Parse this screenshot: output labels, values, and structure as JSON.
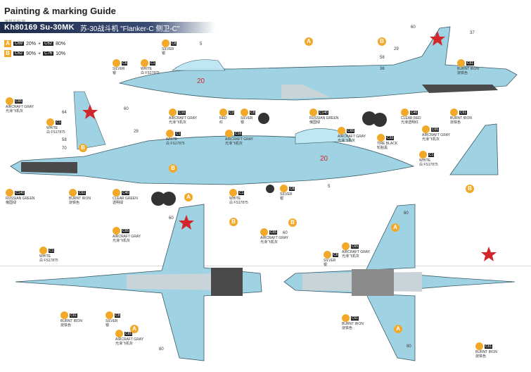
{
  "header": {
    "title": "Painting & marking Guide",
    "subtitle": "涂装与标识",
    "model_code": "Kh80169 Su-30MK",
    "model_name": "苏-30战斗机 \"Flanker-C 侧卫-C\""
  },
  "legend": [
    {
      "tag": "A",
      "code": "C69",
      "pct1": "20%",
      "code2": "C62",
      "pct2": "80%"
    },
    {
      "tag": "B",
      "code": "C62",
      "pct1": "90%",
      "code2": "C76",
      "pct2": "10%"
    }
  ],
  "callouts": [
    {
      "code": "C8",
      "en": "SILVER",
      "cn": "银"
    },
    {
      "code": "C8",
      "en": "SILVER",
      "cn": "银"
    },
    {
      "code": "C1",
      "en": "WHITE",
      "cn": "白 FS17875"
    },
    {
      "code": "C61",
      "en": "BURNT IRON",
      "cn": "烧铁色"
    },
    {
      "code": "C65",
      "en": "AIRCRAFT GRAY",
      "cn": "光滑飞机灰"
    },
    {
      "code": "C16",
      "en": "AIRCRAFT GRAY",
      "cn": "光滑飞机灰"
    },
    {
      "code": "C3",
      "en": "RED",
      "cn": "红"
    },
    {
      "code": "C8",
      "en": "SILVER",
      "cn": "银"
    },
    {
      "code": "C140",
      "en": "RUSSIAN GREEN",
      "cn": "俄国绿"
    },
    {
      "code": "C46",
      "en": "CLEAR RED",
      "cn": "光滑透明红"
    },
    {
      "code": "C61",
      "en": "BURNT IRON",
      "cn": "烧铁色"
    },
    {
      "code": "C65",
      "en": "AIRCRAFT GRAY",
      "cn": "光滑飞机灰"
    },
    {
      "code": "C1",
      "en": "WHITE",
      "cn": "白 FS17875"
    },
    {
      "code": "C1",
      "en": "WHITE",
      "cn": "白 FS17875"
    },
    {
      "code": "C16",
      "en": "AIRCRAFT GRAY",
      "cn": "光滑飞机灰"
    },
    {
      "code": "C65",
      "en": "AIRCRAFT GRAY",
      "cn": "光滑飞机灰"
    },
    {
      "code": "C33",
      "en": "TIRE BLACK",
      "cn": "轮胎黑"
    },
    {
      "code": "C1",
      "en": "WHITE",
      "cn": "白 FS17875"
    },
    {
      "code": "C140",
      "en": "RUSSIAN GREEN",
      "cn": "俄国绿"
    },
    {
      "code": "C61",
      "en": "BURNT IRON",
      "cn": "烧铁色"
    },
    {
      "code": "C46",
      "en": "CLEAR GREEN",
      "cn": "透明绿"
    },
    {
      "code": "C1",
      "en": "WHITE",
      "cn": "白 FS17875"
    },
    {
      "code": "C8",
      "en": "SILVER",
      "cn": "银"
    },
    {
      "code": "C65",
      "en": "AIRCRAFT GRAY",
      "cn": "光滑飞机灰"
    },
    {
      "code": "C65",
      "en": "AIRCRAFT GRAY",
      "cn": "光滑飞机灰"
    },
    {
      "code": "C1",
      "en": "WHITE",
      "cn": "白 FS17875"
    },
    {
      "code": "C61",
      "en": "BURNT IRON",
      "cn": "烧铁色"
    },
    {
      "code": "C8",
      "en": "SILVER",
      "cn": "银"
    },
    {
      "code": "C65",
      "en": "AIRCRAFT GRAY",
      "cn": "光滑飞机灰"
    },
    {
      "code": "C65",
      "en": "AIRCRAFT GRAY",
      "cn": "光滑飞机灰"
    },
    {
      "code": "C8",
      "en": "SILVER",
      "cn": "银"
    },
    {
      "code": "C61",
      "en": "BURNT IRON",
      "cn": "烧铁色"
    },
    {
      "code": "C61",
      "en": "BURNT IRON",
      "cn": "烧铁色"
    }
  ],
  "numbers": [
    "60",
    "37",
    "29",
    "58",
    "36",
    "5",
    "64",
    "60",
    "29",
    "58",
    "70",
    "5",
    "60",
    "60",
    "80",
    "60",
    "80"
  ],
  "letters": [
    "B",
    "A",
    "B",
    "A",
    "B",
    "A",
    "B",
    "B",
    "B",
    "A",
    "A"
  ],
  "colors": {
    "accent": "#f2a92a",
    "header_bar": "#1d2b4a",
    "aircraft_blue": "#9fd3e3",
    "aircraft_gray": "#c9d4d8",
    "burnt_iron": "#4a4a4a",
    "red": "#d2262b"
  },
  "icons": [
    "paint-pot-icon",
    "red-star-icon"
  ]
}
